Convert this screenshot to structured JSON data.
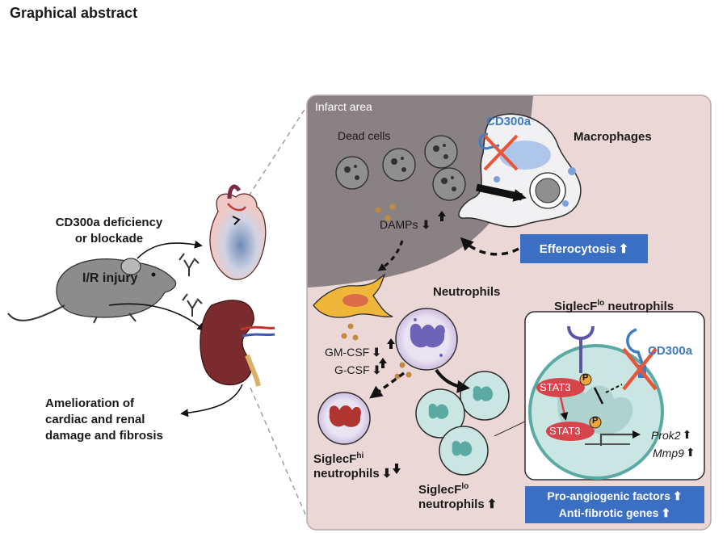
{
  "title": "Graphical abstract",
  "left": {
    "cause_line1": "CD300a deficiency",
    "cause_line2": "or blockade",
    "mouse_label": "I/R injury",
    "outcome_line1": "Amelioration of",
    "outcome_line2": "cardiac and renal",
    "outcome_line3": "damage and fibrosis"
  },
  "panel": {
    "infarct_label": "Infarct area",
    "dead_cells": "Dead cells",
    "cd300a_top": "CD300a",
    "macrophages": "Macrophages",
    "damps": "DAMPs",
    "efferocytosis": "Efferocytosis",
    "neutrophils": "Neutrophils",
    "gmcsf": "GM-CSF",
    "gcsf": "G-CSF",
    "siglecf_hi_main": "SiglecF",
    "siglecf_hi_sup": "hi",
    "siglecf_hi_sub": "neutrophils",
    "siglecf_lo_main": "SiglecF",
    "siglecf_lo_sup": "lo",
    "siglecf_lo_sub": "neutrophils",
    "inset_title_main": "SiglecF",
    "inset_title_sup": "lo",
    "inset_title_rest": " neutrophils",
    "cd300a_inset": "CD300a",
    "stat3_a": "STAT3",
    "stat3_b": "STAT3",
    "p_a": "P",
    "p_b": "P",
    "prok2": "Prok2",
    "mmp9": "Mmp9",
    "pro_angiogenic": "Pro-angiogenic factors",
    "anti_fibrotic": "Anti-fibrotic genes"
  },
  "colors": {
    "infarct_bg": "#8a8185",
    "tissue_bg": "#ecd7d7",
    "box_blue": "#3a6fc3",
    "neutrophil_lo": "#5aaaa3",
    "neutrophil_hi": "#b03530",
    "stat3": "#d6454b",
    "cd300a": "#3f7cc6",
    "cross": "#e8553a"
  }
}
